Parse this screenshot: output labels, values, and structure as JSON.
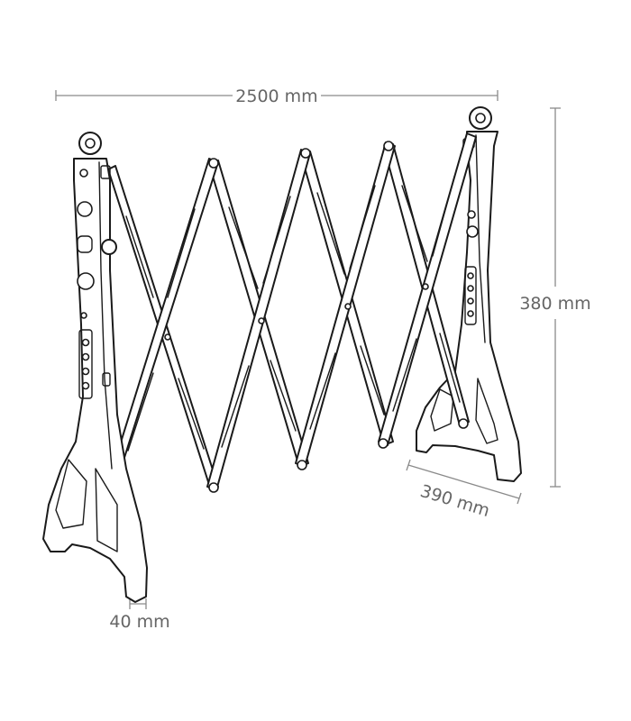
{
  "dimensions": {
    "width": "2500 mm",
    "height": "380 mm",
    "depth": "390 mm",
    "thickness": "40 mm"
  },
  "colors": {
    "ink": "#1a1a1a",
    "dimension_line": "#8a8a8a",
    "dimension_text": "#666666",
    "background": "#ffffff"
  }
}
